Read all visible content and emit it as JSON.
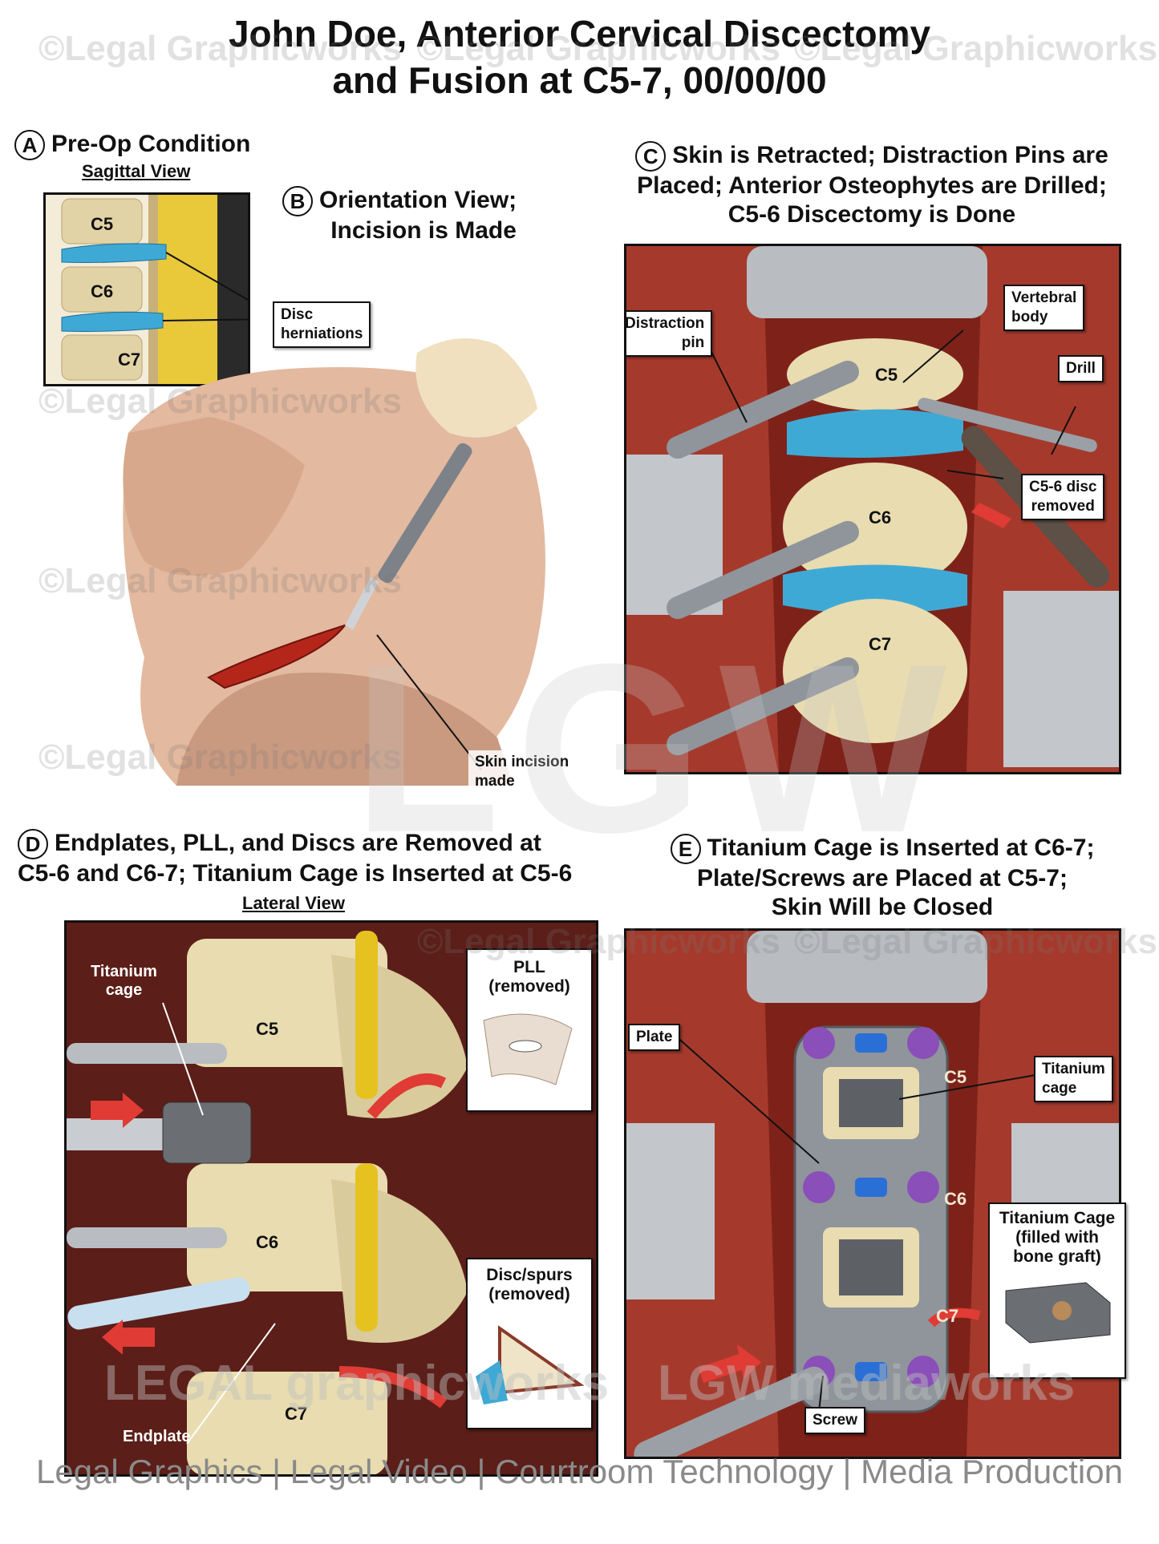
{
  "title": {
    "line1": "John Doe, Anterior Cervical Discectomy",
    "line2": "and Fusion at C5-7, 00/00/00"
  },
  "panelA": {
    "letter": "A",
    "heading": "Pre-Op Condition",
    "subheading": "Sagittal View",
    "vertebrae": [
      "C5",
      "C6",
      "C7"
    ],
    "callout": [
      "Disc",
      "herniations"
    ]
  },
  "panelB": {
    "letter": "B",
    "heading": [
      "Orientation View;",
      "Incision is Made"
    ],
    "callout": [
      "Skin incision",
      "made"
    ]
  },
  "panelC": {
    "letter": "C",
    "heading": [
      "Skin is Retracted; Distraction Pins are",
      "Placed; Anterior Osteophytes are Drilled;",
      "C5-6 Discectomy is Done"
    ],
    "vertebrae": [
      "C5",
      "C6",
      "C7"
    ],
    "callouts": {
      "pin": [
        "Distraction",
        "pin"
      ],
      "body": [
        "Vertebral",
        "body"
      ],
      "drill": "Drill",
      "disc": [
        "C5-6 disc",
        "removed"
      ]
    }
  },
  "panelD": {
    "letter": "D",
    "heading": [
      "Endplates, PLL, and Discs are Removed at",
      "C5-6 and C6-7; Titanium Cage is Inserted at C5-6"
    ],
    "subheading": "Lateral View",
    "vertebrae": [
      "C5",
      "C6",
      "C7"
    ],
    "callouts": {
      "cage": [
        "Titanium",
        "cage"
      ],
      "endplate": "Endplate",
      "pll": [
        "PLL",
        "(removed)"
      ],
      "disc": [
        "Disc/spurs",
        "(removed)"
      ]
    }
  },
  "panelE": {
    "letter": "E",
    "heading": [
      "Titanium Cage is Inserted at C6-7;",
      "Plate/Screws are Placed at C5-7;",
      "Skin Will be Closed"
    ],
    "vertebrae": [
      "C5",
      "C6",
      "C7"
    ],
    "callouts": {
      "plate": "Plate",
      "cage": [
        "Titanium",
        "cage"
      ],
      "screw": "Screw",
      "graft": [
        "Titanium Cage",
        "(filled with",
        "bone graft)"
      ]
    }
  },
  "watermark": {
    "text": "©Legal Graphicworks",
    "logo": "LGW",
    "brand_left": "LEGAL graphicworks",
    "brand_right": "LGW mediaworks"
  },
  "footer": "Legal Graphics | Legal Video | Courtroom Technology | Media Production",
  "colors": {
    "tissue": "#8c2a1e",
    "bone": "#e8dcb0",
    "disc": "#3fa9d6",
    "metal": "#9aa0a6",
    "purple_screw": "#8a4fb8",
    "blue_lock": "#2a6fd6"
  }
}
